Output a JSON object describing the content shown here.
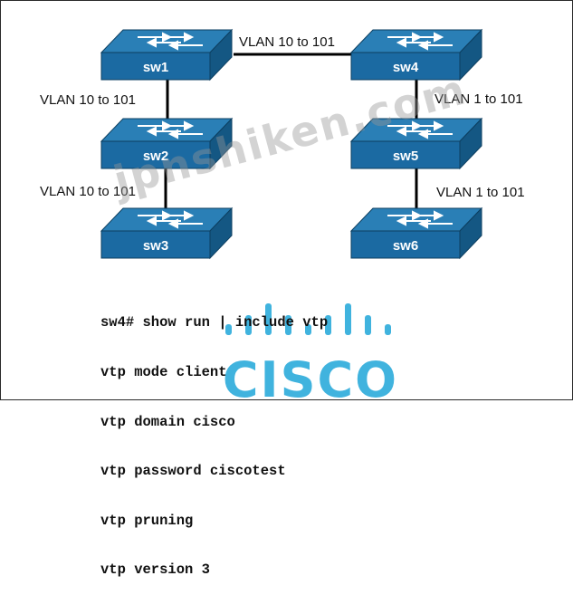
{
  "switches": [
    {
      "id": "sw1",
      "label": "sw1"
    },
    {
      "id": "sw4",
      "label": "sw4"
    },
    {
      "id": "sw2",
      "label": "sw2"
    },
    {
      "id": "sw5",
      "label": "sw5"
    },
    {
      "id": "sw3",
      "label": "sw3"
    },
    {
      "id": "sw6",
      "label": "sw6"
    }
  ],
  "links": [
    {
      "from": "sw1",
      "to": "sw4",
      "label": "VLAN 10 to 101"
    },
    {
      "from": "sw1",
      "to": "sw2",
      "label": "VLAN 10 to 101"
    },
    {
      "from": "sw2",
      "to": "sw3",
      "label": "VLAN 10 to 101"
    },
    {
      "from": "sw4",
      "to": "sw5",
      "label": "VLAN 1 to 101"
    },
    {
      "from": "sw5",
      "to": "sw6",
      "label": "VLAN 1 to 101"
    }
  ],
  "cli": {
    "lines": [
      "sw4# show run | include vtp",
      "vtp mode client",
      "vtp domain cisco",
      "vtp password ciscotest",
      "vtp pruning",
      "vtp version 3"
    ]
  },
  "watermark": {
    "text": "jpnshiken.com",
    "logo": "CISCO"
  },
  "colors": {
    "switch_top": "#2a7fb6",
    "switch_front": "#1b6aa2",
    "switch_side": "#145783",
    "watermark_logo": "#1fa6d9"
  }
}
